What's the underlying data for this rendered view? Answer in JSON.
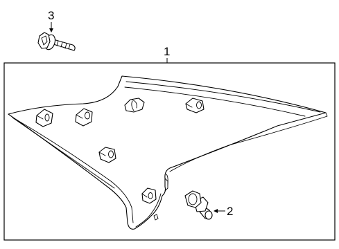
{
  "callouts": {
    "trim_panel": "1",
    "push_clip": "2",
    "bolt": "3"
  },
  "colors": {
    "line": "#000000",
    "background": "#ffffff"
  }
}
